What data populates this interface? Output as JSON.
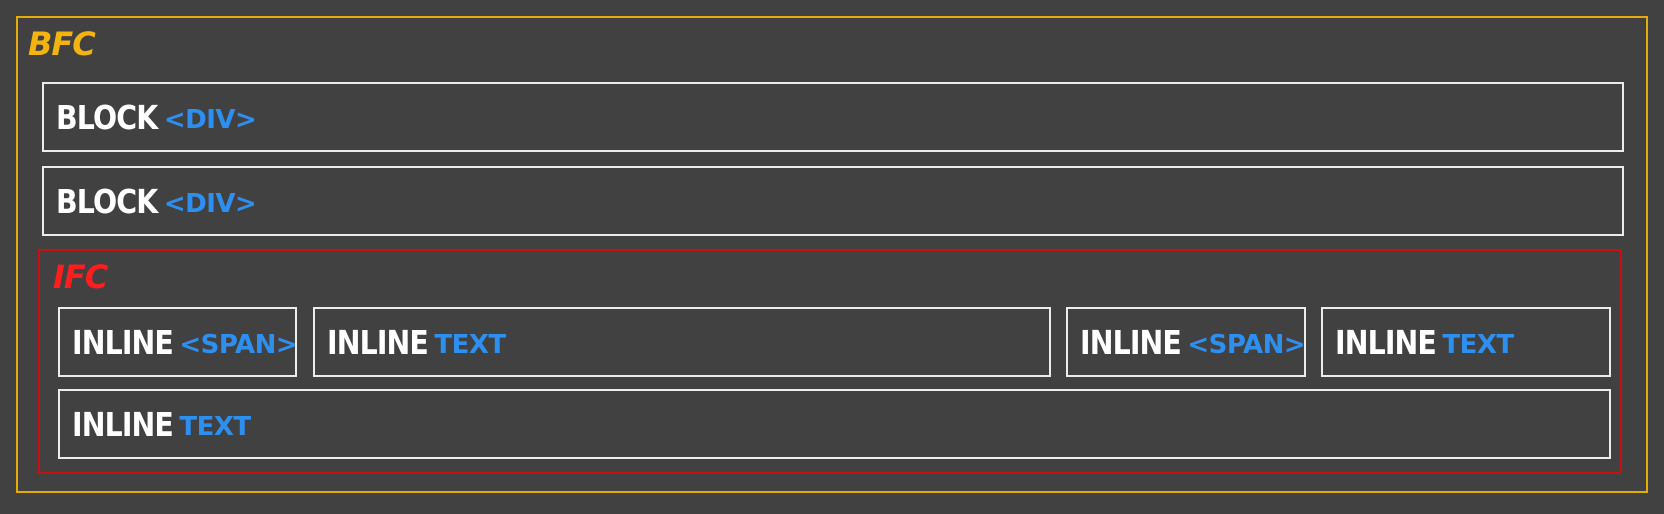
{
  "bfc": {
    "label": "BFC",
    "color": "#f3b40f"
  },
  "ifc": {
    "label": "IFC",
    "color": "#ff1d1d"
  },
  "blocks": [
    {
      "kind": "BLOCK",
      "tag": "<DIV>"
    },
    {
      "kind": "BLOCK",
      "tag": "<DIV>"
    }
  ],
  "inlines": [
    {
      "kind": "INLINE",
      "tag": "<SPAN>"
    },
    {
      "kind": "INLINE",
      "tag": "TEXT"
    },
    {
      "kind": "INLINE",
      "tag": "<SPAN>"
    },
    {
      "kind": "INLINE",
      "tag": "TEXT"
    },
    {
      "kind": "INLINE",
      "tag": "TEXT"
    }
  ],
  "colors": {
    "background": "#414141",
    "element_border": "#ececec",
    "element_text": "#ffffff",
    "tag_text": "#2d8ff0"
  }
}
